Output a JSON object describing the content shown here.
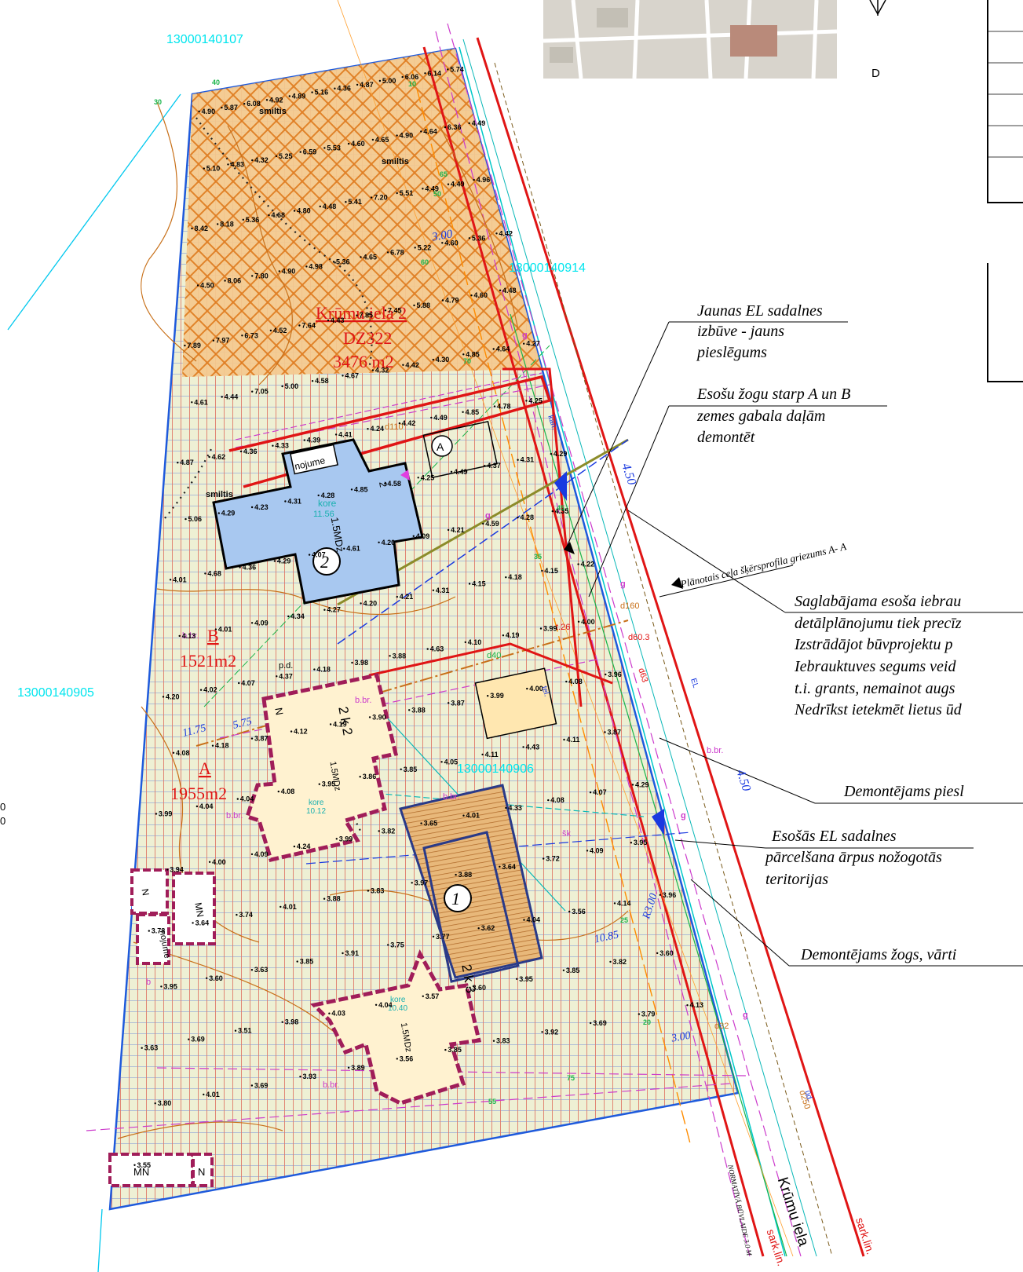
{
  "cadastral_ids": [
    "13000140107",
    "13000140914",
    "13000140905",
    "13000140906"
  ],
  "plot_labels": {
    "main_address": "Krūmu iela 2",
    "main_code": "DZ322",
    "main_area": "3476 m2",
    "part_b_letter": "B",
    "part_b_area": "1521m2",
    "part_a_letter": "A",
    "part_a_area": "1955m2"
  },
  "street_name": "Krūmu iela",
  "red_line_label": "sark.lin.",
  "annotations": {
    "note1": [
      "Jaunas EL sadalnes",
      "izbūve - jauns",
      "pieslēgums"
    ],
    "note2": [
      "Esošu žogu starp A un B",
      "zemes gabala daļām",
      "demontēt"
    ],
    "section": "Plānotais ceļa šķērsprofila griezums A- A",
    "note3": [
      "Saglabājama esoša iebrau",
      "detālplānojumu tiek precīz",
      "Izstrādājot būvprojektu p",
      "Iebrauktuves segums veid",
      "t.i.  grants, nemainot augs",
      "Nedrīkst ietekmēt lietus ūd"
    ],
    "note4": "Demontējams piesl",
    "note5": [
      "Esošās EL sadalnes",
      "pārcelšana ārpus nožogotās",
      "teritorijas"
    ],
    "note6": "Demontējams žogs, vārti"
  },
  "buildings": {
    "b1_number": "1",
    "b2_number": "2",
    "b2_label": "1.5MDz",
    "b2_kore_label": "kore",
    "b2_kore_value": "11.56",
    "k2_label": "1.5MDz",
    "k2_kore_label": "kore",
    "k2_kore_value": "10.12",
    "k2_name": "2 k 2",
    "k3_label": "1.5MDz",
    "k3_kore_label": "kore",
    "k3_kore_value": "10.40",
    "k3_name": "2 k 3",
    "nojume": "nojume",
    "mn": "MN",
    "n": "N",
    "circle_a": "A",
    "bbr": "b.br.",
    "pd": "p.d.",
    "smiltis": "smiltis",
    "sk": "šk",
    "g": "g",
    "b": "b"
  },
  "dimensions": {
    "d_300_a": "3.00",
    "d_450_a": "4.50",
    "d_450_b": "4.50",
    "d_1175": "11.75",
    "d_575": "5.75",
    "d_1085": "10.85",
    "d_r300": "R3.00",
    "d_300_b": "3.00"
  },
  "pipes": [
    "d110",
    "d63",
    "d60.3",
    "d160",
    "d250",
    "t.26",
    "d40",
    "d32"
  ],
  "side_letter": "D",
  "left_edge": [
    "0",
    "0"
  ],
  "boundary_label": "NORMATĪVĀ BŪVLAIDE 3.0 M",
  "spot_heights": [
    "4.90",
    "5.87",
    "6.08",
    "4.92",
    "4.89",
    "5.16",
    "4.36",
    "4.87",
    "5.00",
    "6.06",
    "6.14",
    "5.74",
    "5.10",
    "4.83",
    "4.32",
    "5.25",
    "6.59",
    "5.53",
    "4.60",
    "4.65",
    "4.90",
    "4.64",
    "6.36",
    "4.49",
    "8.42",
    "8.18",
    "5.36",
    "4.68",
    "4.80",
    "4.48",
    "5.41",
    "7.20",
    "5.51",
    "4.49",
    "4.49",
    "4.96",
    "4.50",
    "8.06",
    "7.80",
    "4.90",
    "4.98",
    "5.36",
    "4.65",
    "6.78",
    "5.22",
    "4.60",
    "5.36",
    "4.42",
    "7.89",
    "7.97",
    "6.73",
    "4.52",
    "7.64",
    "4.43",
    "7.85",
    "7.45",
    "5.88",
    "4.79",
    "4.60",
    "4.48",
    "4.61",
    "4.44",
    "7.05",
    "5.00",
    "4.58",
    "4.67",
    "4.32",
    "4.42",
    "4.30",
    "4.85",
    "4.64",
    "4.27",
    "4.87",
    "4.62",
    "4.36",
    "4.33",
    "4.39",
    "4.41",
    "4.24",
    "4.42",
    "4.49",
    "4.85",
    "4.78",
    "4.25",
    "5.06",
    "4.29",
    "4.23",
    "4.31",
    "4.28",
    "4.85",
    "4.58",
    "4.25",
    "4.49",
    "4.37",
    "4.31",
    "4.29",
    "4.01",
    "4.68",
    "4.36",
    "4.29",
    "4.07",
    "4.61",
    "4.20",
    "4.09",
    "4.21",
    "4.59",
    "4.28",
    "4.35",
    "4.13",
    "4.01",
    "4.09",
    "4.34",
    "4.27",
    "4.20",
    "4.21",
    "4.31",
    "4.15",
    "4.18",
    "4.15",
    "4.22",
    "4.20",
    "4.02",
    "4.07",
    "4.37",
    "4.18",
    "3.98",
    "3.88",
    "4.63",
    "4.10",
    "4.19",
    "3.99",
    "4.00",
    "4.08",
    "4.18",
    "3.87",
    "4.12",
    "4.19",
    "3.90",
    "3.88",
    "3.87",
    "3.99",
    "4.00",
    "4.08",
    "3.96",
    "3.99",
    "4.04",
    "4.04",
    "4.08",
    "3.95",
    "3.86",
    "3.85",
    "4.05",
    "4.11",
    "4.43",
    "4.11",
    "3.87",
    "3.94",
    "4.00",
    "4.09",
    "4.24",
    "3.99",
    "3.82",
    "3.65",
    "4.01",
    "4.33",
    "4.08",
    "4.07",
    "4.29",
    "3.78",
    "3.64",
    "3.74",
    "4.01",
    "3.88",
    "3.83",
    "3.97",
    "3.88",
    "3.64",
    "3.72",
    "4.09",
    "3.95",
    "3.95",
    "3.60",
    "3.63",
    "3.85",
    "3.91",
    "3.75",
    "3.77",
    "3.62",
    "4.04",
    "3.56",
    "4.14",
    "3.96",
    "3.63",
    "3.69",
    "3.51",
    "3.98",
    "4.03",
    "4.04",
    "3.57",
    "3.60",
    "3.95",
    "3.85",
    "3.82",
    "3.60",
    "3.80",
    "4.01",
    "3.69",
    "3.93",
    "3.89",
    "3.56",
    "3.85",
    "3.83",
    "3.92",
    "3.69",
    "3.79",
    "4.13",
    "3.55"
  ],
  "contour_labels": [
    "40",
    "30",
    "50",
    "60",
    "70",
    "45",
    "35",
    "25",
    "55",
    "20",
    "75",
    "65",
    "10"
  ],
  "legend_keys": [
    "tel.",
    "EL",
    "kan.",
    "ūd."
  ]
}
